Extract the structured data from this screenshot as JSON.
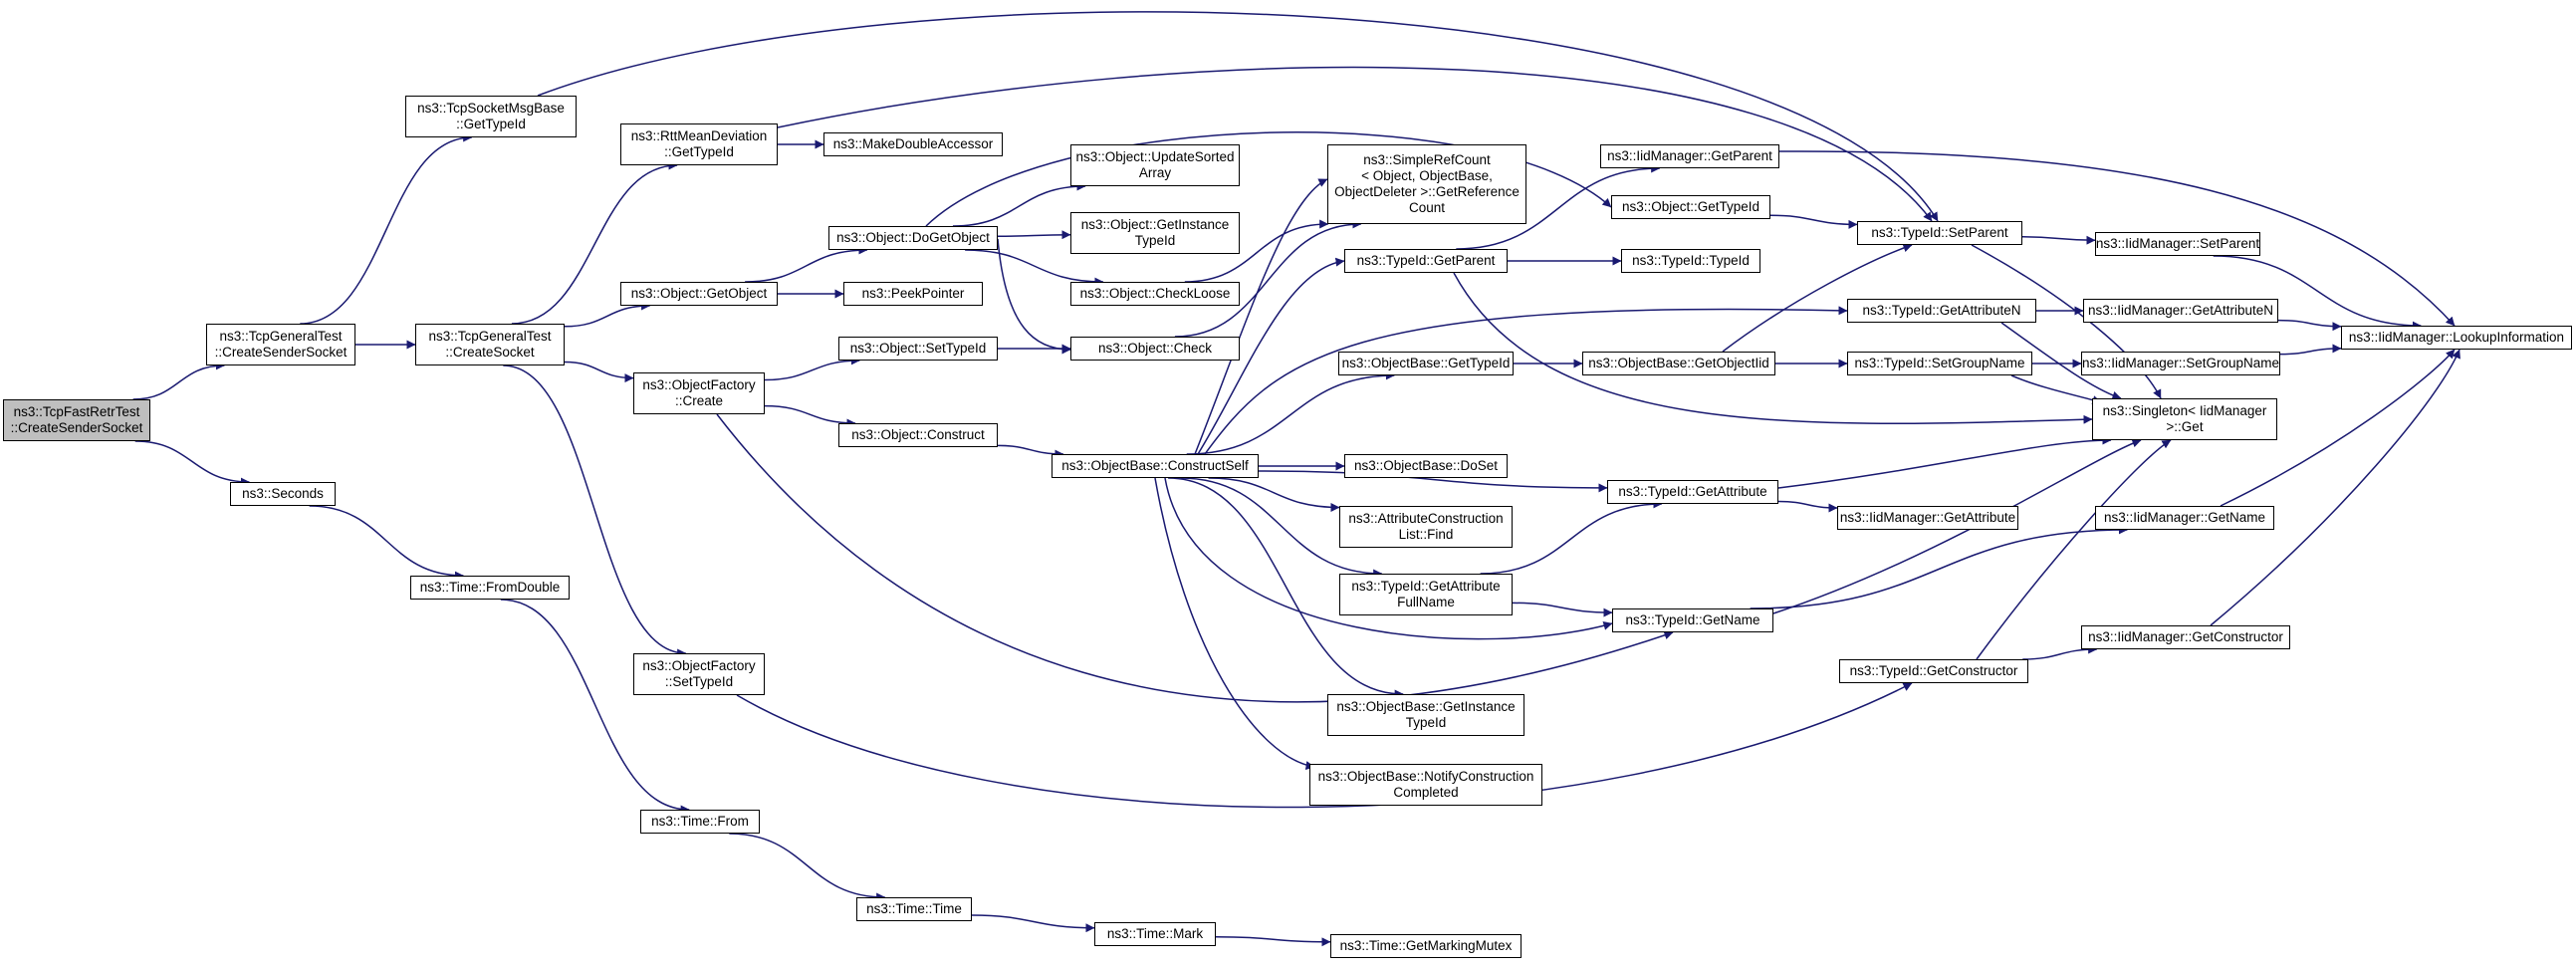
{
  "colors": {
    "edge": "#191970",
    "root_fill": "#bfbfbf",
    "node_fill": "#ffffff",
    "border": "#000000"
  },
  "nodes": [
    {
      "id": "root",
      "lines": [
        "ns3::TcpFastRetrTest",
        "::CreateSenderSocket"
      ]
    },
    {
      "id": "gt_css",
      "lines": [
        "ns3::TcpGeneralTest",
        "::CreateSenderSocket"
      ]
    },
    {
      "id": "sec",
      "lines": [
        "ns3::Seconds"
      ]
    },
    {
      "id": "tsmb",
      "lines": [
        "ns3::TcpSocketMsgBase",
        "::GetTypeId"
      ]
    },
    {
      "id": "gt_cs",
      "lines": [
        "ns3::TcpGeneralTest",
        "::CreateSocket"
      ]
    },
    {
      "id": "fromdouble",
      "lines": [
        "ns3::Time::FromDouble"
      ]
    },
    {
      "id": "rtt",
      "lines": [
        "ns3::RttMeanDeviation",
        "::GetTypeId"
      ]
    },
    {
      "id": "getobj",
      "lines": [
        "ns3::Object::GetObject"
      ]
    },
    {
      "id": "of_create",
      "lines": [
        "ns3::ObjectFactory",
        "::Create"
      ]
    },
    {
      "id": "of_settid",
      "lines": [
        "ns3::ObjectFactory",
        "::SetTypeId"
      ]
    },
    {
      "id": "time_from",
      "lines": [
        "ns3::Time::From"
      ]
    },
    {
      "id": "mda",
      "lines": [
        "ns3::MakeDoubleAccessor"
      ]
    },
    {
      "id": "dgo",
      "lines": [
        "ns3::Object::DoGetObject"
      ]
    },
    {
      "id": "peek",
      "lines": [
        "ns3::PeekPointer"
      ]
    },
    {
      "id": "settid",
      "lines": [
        "ns3::Object::SetTypeId"
      ]
    },
    {
      "id": "construct",
      "lines": [
        "ns3::Object::Construct"
      ]
    },
    {
      "id": "time_time",
      "lines": [
        "ns3::Time::Time"
      ]
    },
    {
      "id": "usa",
      "lines": [
        "ns3::Object::UpdateSorted",
        "Array"
      ]
    },
    {
      "id": "git",
      "lines": [
        "ns3::Object::GetInstance",
        "TypeId"
      ]
    },
    {
      "id": "cl",
      "lines": [
        "ns3::Object::CheckLoose"
      ]
    },
    {
      "id": "check",
      "lines": [
        "ns3::Object::Check"
      ]
    },
    {
      "id": "cself",
      "lines": [
        "ns3::ObjectBase::ConstructSelf"
      ]
    },
    {
      "id": "mark",
      "lines": [
        "ns3::Time::Mark"
      ]
    },
    {
      "id": "srefc",
      "lines": [
        "ns3::SimpleRefCount",
        "< Object, ObjectBase,",
        "ObjectDeleter >::GetReference",
        "Count"
      ]
    },
    {
      "id": "tid_gp",
      "lines": [
        "ns3::TypeId::GetParent"
      ]
    },
    {
      "id": "ob_gtid",
      "lines": [
        "ns3::ObjectBase::GetTypeId"
      ]
    },
    {
      "id": "dos",
      "lines": [
        "ns3::ObjectBase::DoSet"
      ]
    },
    {
      "id": "acl",
      "lines": [
        "ns3::AttributeConstruction",
        "List::Find"
      ]
    },
    {
      "id": "tid_gafn",
      "lines": [
        "ns3::TypeId::GetAttribute",
        "FullName"
      ]
    },
    {
      "id": "ob_git",
      "lines": [
        "ns3::ObjectBase::GetInstance",
        "TypeId"
      ]
    },
    {
      "id": "ob_nc",
      "lines": [
        "ns3::ObjectBase::NotifyConstruction",
        "Completed"
      ]
    },
    {
      "id": "gmm",
      "lines": [
        "ns3::Time::GetMarkingMutex"
      ]
    },
    {
      "id": "iid_gp",
      "lines": [
        "ns3::IidManager::GetParent"
      ]
    },
    {
      "id": "obj_gtid",
      "lines": [
        "ns3::Object::GetTypeId"
      ]
    },
    {
      "id": "tid_tid",
      "lines": [
        "ns3::TypeId::TypeId"
      ]
    },
    {
      "id": "ob_goi",
      "lines": [
        "ns3::ObjectBase::GetObjectIid"
      ]
    },
    {
      "id": "tid_ga",
      "lines": [
        "ns3::TypeId::GetAttribute"
      ]
    },
    {
      "id": "tid_gn",
      "lines": [
        "ns3::TypeId::GetName"
      ]
    },
    {
      "id": "tid_sp",
      "lines": [
        "ns3::TypeId::SetParent"
      ]
    },
    {
      "id": "tid_gan",
      "lines": [
        "ns3::TypeId::GetAttributeN"
      ]
    },
    {
      "id": "tid_sgn",
      "lines": [
        "ns3::TypeId::SetGroupName"
      ]
    },
    {
      "id": "iid_ga",
      "lines": [
        "ns3::IidManager::GetAttribute"
      ]
    },
    {
      "id": "tid_gc",
      "lines": [
        "ns3::TypeId::GetConstructor"
      ]
    },
    {
      "id": "singleton",
      "lines": [
        "ns3::Singleton< IidManager",
        ">::Get"
      ]
    },
    {
      "id": "iid_sp",
      "lines": [
        "ns3::IidManager::SetParent"
      ]
    },
    {
      "id": "iid_gan",
      "lines": [
        "ns3::IidManager::GetAttributeN"
      ]
    },
    {
      "id": "iid_sgn",
      "lines": [
        "ns3::IidManager::SetGroupName"
      ]
    },
    {
      "id": "iid_gn",
      "lines": [
        "ns3::IidManager::GetName"
      ]
    },
    {
      "id": "iid_gc",
      "lines": [
        "ns3::IidManager::GetConstructor"
      ]
    },
    {
      "id": "iid_li",
      "lines": [
        "ns3::IidManager::LookupInformation"
      ]
    }
  ],
  "edges": [
    [
      "root",
      "gt_css"
    ],
    [
      "root",
      "sec"
    ],
    [
      "gt_css",
      "tsmb"
    ],
    [
      "gt_css",
      "gt_cs"
    ],
    [
      "sec",
      "fromdouble"
    ],
    [
      "fromdouble",
      "time_from"
    ],
    [
      "time_from",
      "time_time"
    ],
    [
      "time_time",
      "mark"
    ],
    [
      "mark",
      "gmm"
    ],
    [
      "tsmb",
      "tid_sp"
    ],
    [
      "gt_cs",
      "rtt"
    ],
    [
      "gt_cs",
      "getobj"
    ],
    [
      "gt_cs",
      "of_create"
    ],
    [
      "gt_cs",
      "of_settid"
    ],
    [
      "rtt",
      "mda"
    ],
    [
      "rtt",
      "tid_sp"
    ],
    [
      "getobj",
      "dgo"
    ],
    [
      "getobj",
      "peek"
    ],
    [
      "dgo",
      "usa"
    ],
    [
      "dgo",
      "git"
    ],
    [
      "dgo",
      "cl"
    ],
    [
      "dgo",
      "obj_gtid"
    ],
    [
      "dgo",
      "check"
    ],
    [
      "of_create",
      "settid"
    ],
    [
      "of_create",
      "construct"
    ],
    [
      "of_create",
      "tid_gn"
    ],
    [
      "of_settid",
      "tid_gc"
    ],
    [
      "settid",
      "check"
    ],
    [
      "construct",
      "cself"
    ],
    [
      "cl",
      "srefc"
    ],
    [
      "check",
      "srefc"
    ],
    [
      "cself",
      "srefc"
    ],
    [
      "cself",
      "tid_gp"
    ],
    [
      "cself",
      "ob_gtid"
    ],
    [
      "cself",
      "dos"
    ],
    [
      "cself",
      "acl"
    ],
    [
      "cself",
      "tid_gafn"
    ],
    [
      "cself",
      "ob_git"
    ],
    [
      "cself",
      "ob_nc"
    ],
    [
      "cself",
      "tid_ga"
    ],
    [
      "cself",
      "tid_gn"
    ],
    [
      "cself",
      "tid_gan"
    ],
    [
      "tid_gp",
      "iid_gp"
    ],
    [
      "tid_gp",
      "tid_tid"
    ],
    [
      "tid_gp",
      "singleton"
    ],
    [
      "ob_gtid",
      "ob_goi"
    ],
    [
      "tid_gafn",
      "tid_ga"
    ],
    [
      "tid_gafn",
      "tid_gn"
    ],
    [
      "iid_gp",
      "iid_li"
    ],
    [
      "obj_gtid",
      "tid_sp"
    ],
    [
      "ob_goi",
      "tid_sp"
    ],
    [
      "ob_goi",
      "tid_sgn"
    ],
    [
      "tid_ga",
      "singleton"
    ],
    [
      "tid_ga",
      "iid_ga"
    ],
    [
      "tid_gn",
      "singleton"
    ],
    [
      "tid_gn",
      "iid_gn"
    ],
    [
      "tid_gc",
      "singleton"
    ],
    [
      "tid_gc",
      "iid_gc"
    ],
    [
      "tid_sp",
      "iid_sp"
    ],
    [
      "tid_sp",
      "singleton"
    ],
    [
      "tid_gan",
      "iid_gan"
    ],
    [
      "tid_gan",
      "singleton"
    ],
    [
      "tid_sgn",
      "iid_sgn"
    ],
    [
      "tid_sgn",
      "singleton"
    ],
    [
      "iid_sp",
      "iid_li"
    ],
    [
      "iid_gan",
      "iid_li"
    ],
    [
      "iid_sgn",
      "iid_li"
    ],
    [
      "iid_gn",
      "iid_li"
    ],
    [
      "iid_gc",
      "iid_li"
    ]
  ]
}
